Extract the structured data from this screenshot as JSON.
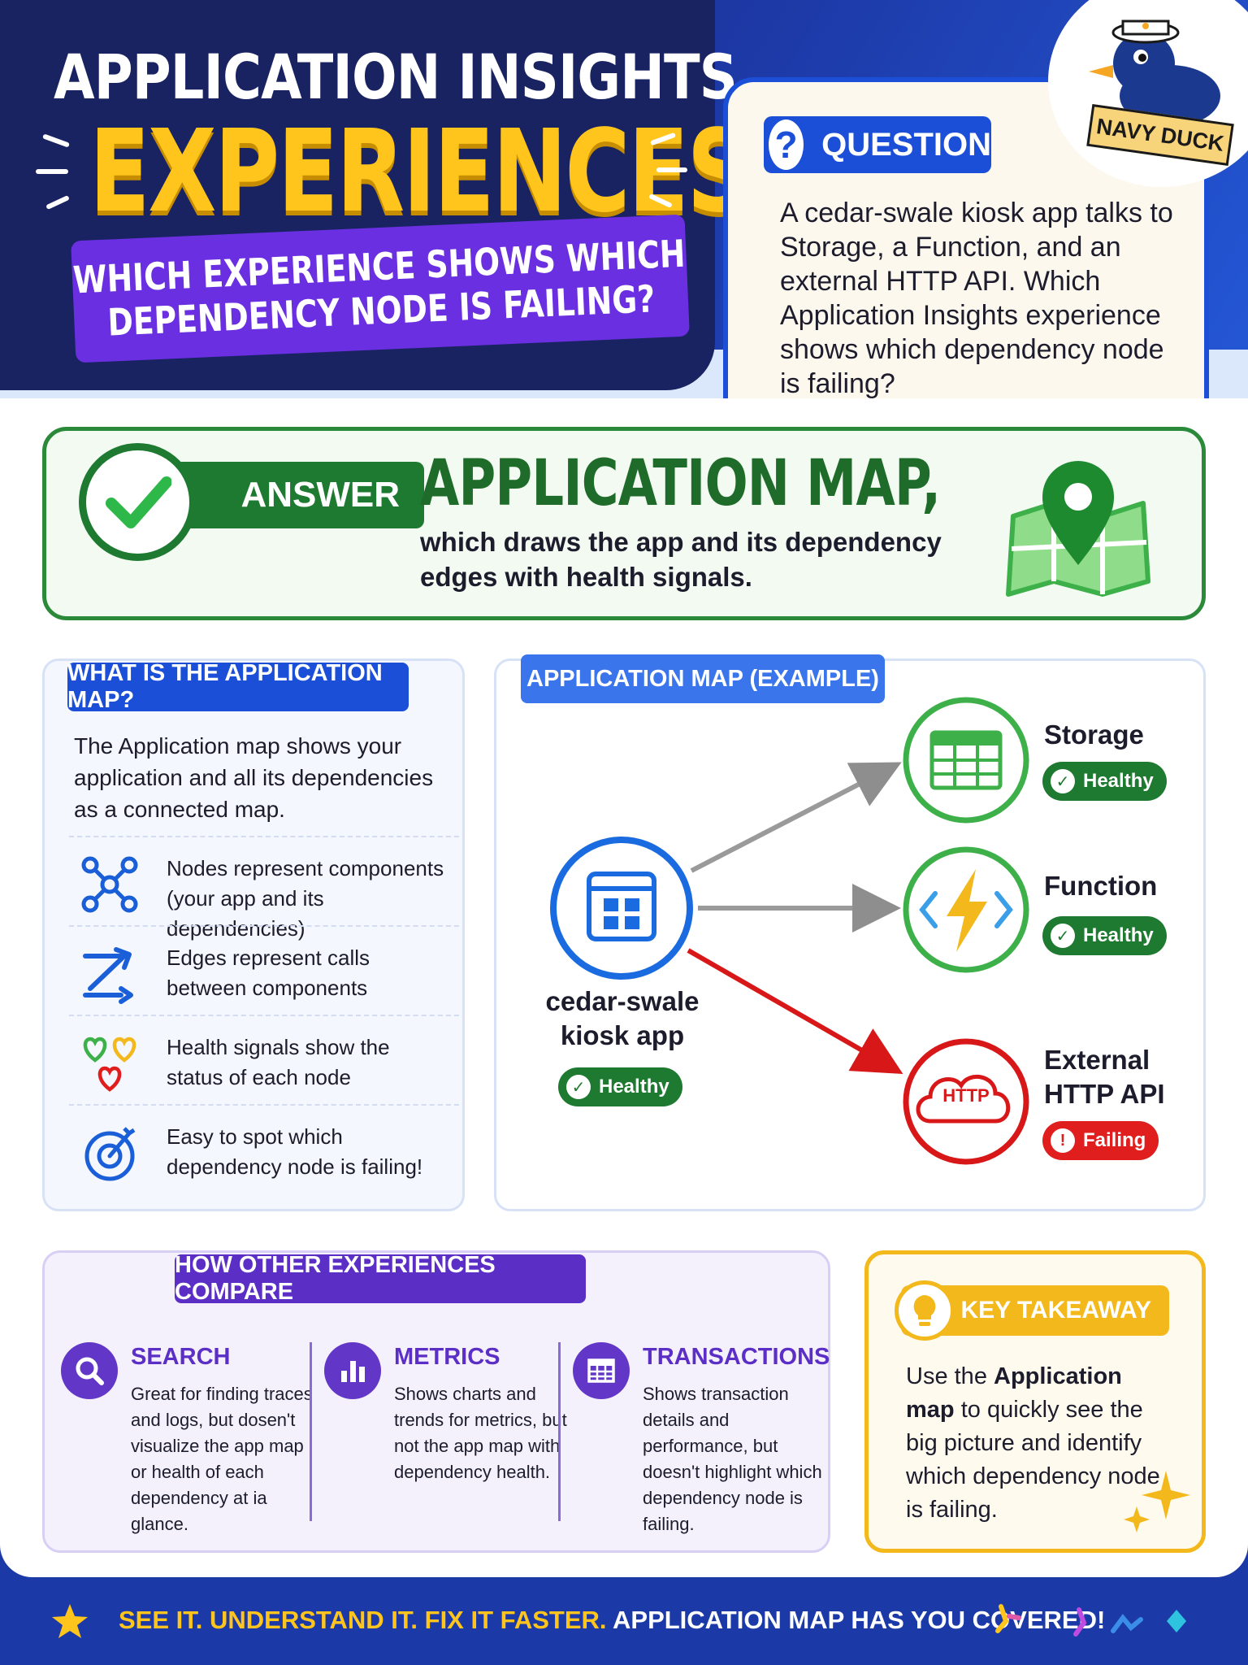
{
  "header": {
    "title_line1": "APPLICATION INSIGHTS",
    "title_line2": "EXPERIENCES",
    "subtitle_line1": "WHICH EXPERIENCE SHOWS WHICH",
    "subtitle_line2": "DEPENDENCY NODE IS FAILING?"
  },
  "question": {
    "icon": "?",
    "label": "QUESTION",
    "text": "A cedar-swale kiosk app talks to Storage, a Function, and an external HTTP API. Which Application Insights experience shows which dependency node is failing?"
  },
  "mascot": {
    "label": "NAVY DUCK"
  },
  "answer": {
    "label": "ANSWER",
    "title": "APPLICATION MAP,",
    "description": "which draws the app and its dependency edges with health signals."
  },
  "what_is": {
    "heading": "WHAT IS THE APPLICATION MAP?",
    "intro": "The Application map shows your application and all its dependencies as a connected map.",
    "features": [
      {
        "icon": "nodes-icon",
        "text": "Nodes represent components (your app and its dependencies)"
      },
      {
        "icon": "edges-icon",
        "text": "Edges represent calls between components"
      },
      {
        "icon": "hearts-icon",
        "text": "Health signals show the status of each node"
      },
      {
        "icon": "target-icon",
        "text": "Easy to spot which dependency node is failing!"
      }
    ]
  },
  "map_example": {
    "heading": "APPLICATION MAP (EXAMPLE)",
    "app_node": {
      "name_line1": "cedar-swale",
      "name_line2": "kiosk app",
      "status": "Healthy"
    },
    "storage": {
      "name": "Storage",
      "status": "Healthy"
    },
    "function": {
      "name": "Function",
      "status": "Healthy"
    },
    "http_api": {
      "name_line1": "External",
      "name_line2": "HTTP API",
      "icon_text": "HTTP",
      "status": "Failing"
    },
    "colors": {
      "healthy": "#1e7a30",
      "failing": "#e01e1e",
      "app": "#1b6be0"
    }
  },
  "compare": {
    "heading": "HOW OTHER EXPERIENCES COMPARE",
    "items": [
      {
        "icon": "search-icon",
        "title": "SEARCH",
        "text": "Great for finding traces and logs, but dosen't visualize the app map or health of each dependency at ia glance."
      },
      {
        "icon": "bar-chart-icon",
        "title": "METRICS",
        "text": "Shows charts and trends for metrics, but not the app map with dependency health."
      },
      {
        "icon": "table-icon",
        "title": "TRANSACTIONS",
        "text": "Shows transaction details and performance, but doesn't highlight which dependency node is failing."
      }
    ]
  },
  "takeaway": {
    "label": "KEY TAKEAWAY",
    "text_before": "Use the ",
    "text_bold": "Application map",
    "text_after": " to quickly see the big picture and identify which dependency node is failing."
  },
  "footer": {
    "text_yellow": "SEE IT. UNDERSTAND IT. FIX IT FASTER.",
    "text_white": " APPLICATION MAP HAS YOU COVERED!"
  }
}
